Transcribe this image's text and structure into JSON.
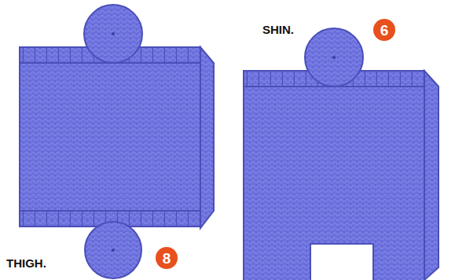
{
  "diagram": {
    "labels": [
      "THIGH.",
      "8",
      "SHIN.",
      "6"
    ]
  }
}
